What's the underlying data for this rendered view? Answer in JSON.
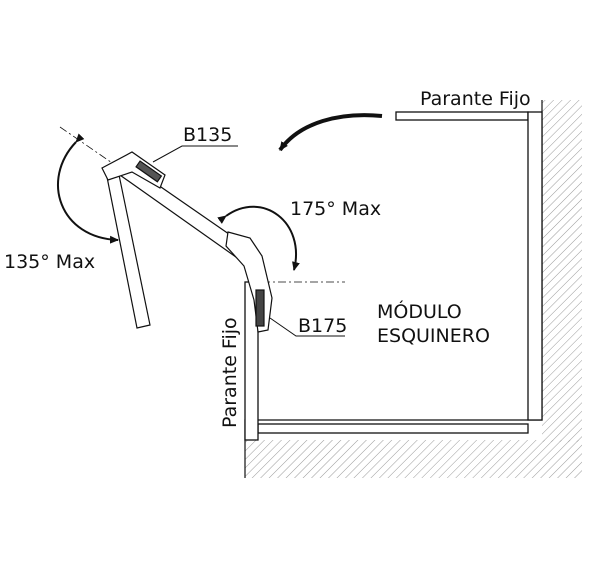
{
  "labels": {
    "parante_fijo_top": "Parante Fijo",
    "parante_fijo_side": "Parante Fijo",
    "hinge_b135": "B135",
    "hinge_b175": "B175",
    "angle_135": "135° Max",
    "angle_175": "175° Max",
    "module_line1": "MÓDULO",
    "module_line2": "ESQUINERO"
  },
  "colors": {
    "line": "#111111",
    "hatch": "#9a9a9a"
  }
}
